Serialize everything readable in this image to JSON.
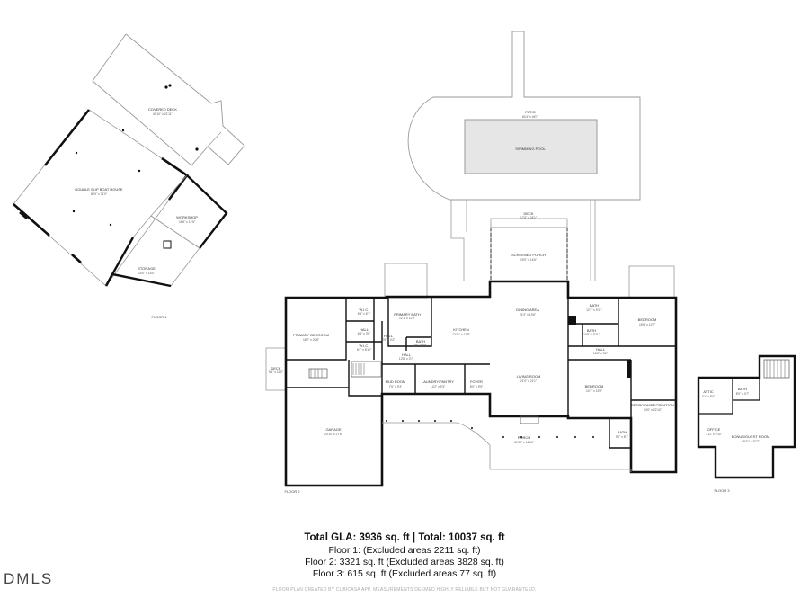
{
  "floor1": {
    "label": "FLOOR 1",
    "rooms": [
      {
        "name": "COVERED DECK",
        "size": "60'10\" x 21'11\""
      },
      {
        "name": "DOUBLE SLIP BOAT HOUSE",
        "size": "80'0\" x 31'0\""
      },
      {
        "name": "WORKSHOP",
        "size": "18'6\" x 14'5\""
      },
      {
        "name": "STORAGE",
        "size": "14'0\" x 15'0\""
      }
    ]
  },
  "floor2": {
    "label": "FLOOR 2",
    "rooms": [
      {
        "name": "PATIO",
        "size": "84'4\" x 46'7\""
      },
      {
        "name": "SWIMMING POOL",
        "size": ""
      },
      {
        "name": "DECK",
        "size": "17'6\" x 24'1\""
      },
      {
        "name": "SCREENED PORCH",
        "size": "19'0\" x 14'6\""
      },
      {
        "name": "PRIMARY BATH",
        "size": "12'1\" x 12'5\""
      },
      {
        "name": "W.I.C.",
        "size": "6'4\" x 6'7\""
      },
      {
        "name": "HALL",
        "size": "6'4\" x 3'6\""
      },
      {
        "name": "W.I.C.",
        "size": "6'4\" x 6'10\""
      },
      {
        "name": "PRIMARY BEDROOM",
        "size": "18'2\" x 20'8\""
      },
      {
        "name": "KITCHEN",
        "size": "13'11\" x 17'8\""
      },
      {
        "name": "DINING AREA",
        "size": "21'0\" x 13'6\""
      },
      {
        "name": "BATH",
        "size": "12'1\" x 5'11\""
      },
      {
        "name": "BEDROOM",
        "size": "15'6\" x 12'2\""
      },
      {
        "name": "BATH",
        "size": "10'8\" x 5'11\""
      },
      {
        "name": "HALL",
        "size": "16'8\" x 3'2\""
      },
      {
        "name": "BATH",
        "size": "5'0\" x 5'6\""
      },
      {
        "name": "HALL",
        "size": "4'0\" x 4'2\""
      },
      {
        "name": "HALL",
        "size": "12'8\" x 3'7\""
      },
      {
        "name": "DECK",
        "size": "5'1\" x 11'0\""
      },
      {
        "name": "MUD ROOM",
        "size": "7'6\" x 9'3\""
      },
      {
        "name": "LAUNDRY/PANTRY",
        "size": "14'2\" x 9'3\""
      },
      {
        "name": "FOYER",
        "size": "8'0\" x 9'5\""
      },
      {
        "name": "LIVING ROOM",
        "size": "21'0\" x 21'1\""
      },
      {
        "name": "BEDROOM",
        "size": "14'1\" x 15'3\""
      },
      {
        "name": "BEDROOM/RECREATION",
        "size": "14'0\" x 22'10\""
      },
      {
        "name": "BATH",
        "size": "9'0\" x 8'1\""
      },
      {
        "name": "GARAGE",
        "size": "24'10\" x 27'6\""
      },
      {
        "name": "PORCH",
        "size": "61'10\" x 16'10\""
      }
    ]
  },
  "floor3": {
    "label": "FLOOR 3",
    "rooms": [
      {
        "name": "ATTIC",
        "size": "4'1\" x 5'0\""
      },
      {
        "name": "BATH",
        "size": "8'0\" x 4'7\""
      },
      {
        "name": "OFFICE",
        "size": "7'11\" x 9'10\""
      },
      {
        "name": "BONUS/GUEST ROOM",
        "size": "19'11\" x 20'7\""
      }
    ]
  },
  "summary": {
    "total": "Total GLA: 3936 sq. ft | Total: 10037 sq. ft",
    "floor1": "Floor 1: (Excluded areas 2211 sq. ft)",
    "floor2": "Floor 2: 3321 sq. ft (Excluded areas 3828 sq. ft)",
    "floor3": "Floor 3: 615 sq. ft (Excluded areas 77 sq. ft)"
  },
  "disclaimer": "FLOOR PLAN CREATED BY CUBICASA APP. MEASUREMENTS DEEMED HIGHLY RELIABLE BUT NOT GUARANTEED.",
  "logo": "DMLS"
}
